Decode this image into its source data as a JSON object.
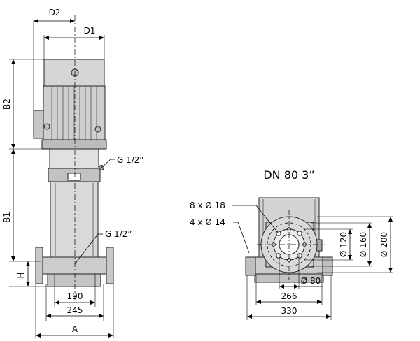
{
  "side_view": {
    "dimensions": {
      "d2": "D2",
      "d1": "D1",
      "b2": "B2",
      "b1": "B1",
      "h": "H",
      "w190": "190",
      "w245": "245",
      "a": "A"
    },
    "ports": {
      "upper": "G 1/2”",
      "lower": "G 1/2”"
    }
  },
  "flange_view": {
    "title": "DN 80 3”",
    "holes_outer": "8 x Ø 18",
    "holes_inner": "4 x Ø 14",
    "dia_120": "Ø 120",
    "dia_160": "Ø 160",
    "dia_200": "Ø 200",
    "dia_80": "Ø 80",
    "w266": "266",
    "w330": "330"
  },
  "colors": {
    "metal": "#d2d2d2",
    "metal_dark": "#a8a8a8",
    "line": "#000000"
  }
}
